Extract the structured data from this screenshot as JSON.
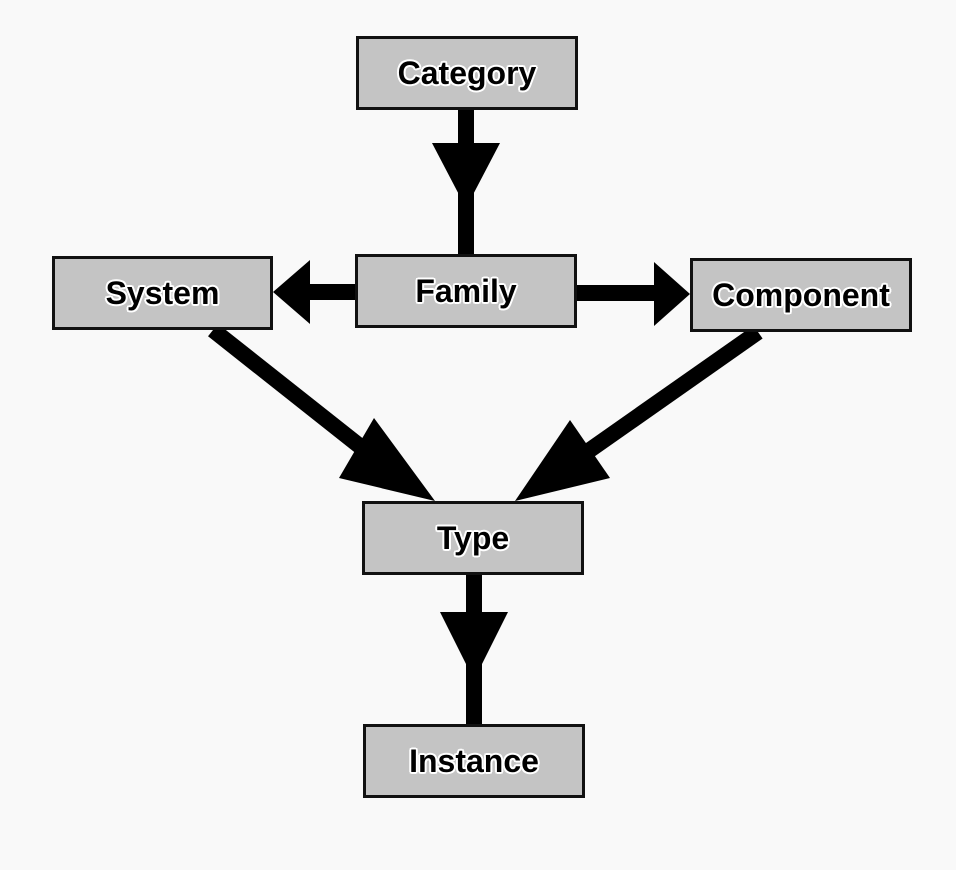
{
  "diagram": {
    "nodes": {
      "category": "Category",
      "family": "Family",
      "system": "System",
      "component": "Component",
      "type": "Type",
      "instance": "Instance"
    },
    "edges": [
      {
        "from": "category",
        "to": "family"
      },
      {
        "from": "family",
        "to": "system"
      },
      {
        "from": "family",
        "to": "component"
      },
      {
        "from": "system",
        "to": "type"
      },
      {
        "from": "component",
        "to": "type"
      },
      {
        "from": "type",
        "to": "instance"
      }
    ],
    "colors": {
      "node_fill": "#c4c4c4",
      "node_border": "#111111",
      "arrow": "#000000",
      "background": "#f9f9f9"
    }
  }
}
